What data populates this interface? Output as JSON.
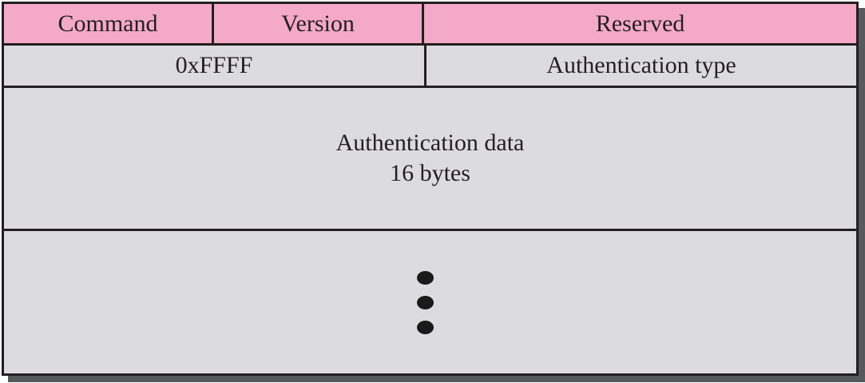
{
  "colors": {
    "header_pink": "#F5A9C9",
    "cell_gray": "#DCDCDE",
    "border_black": "#231F20",
    "shadow_gray": "#58595B",
    "text_black": "#231F20",
    "page_white": "#FFFFFF"
  },
  "packet_diagram": {
    "type": "protocol-header-format",
    "rows": [
      {
        "name": "header-row",
        "background": "pink",
        "cells": [
          {
            "label": "Command"
          },
          {
            "label": "Version"
          },
          {
            "label": "Reserved"
          }
        ]
      },
      {
        "name": "authentication-header-row",
        "background": "gray",
        "cells": [
          {
            "label": "0xFFFF"
          },
          {
            "label": "Authentication type"
          }
        ]
      },
      {
        "name": "authentication-data-row",
        "background": "gray",
        "lines": [
          "Authentication data",
          "16 bytes"
        ]
      },
      {
        "name": "continuation-row",
        "background": "gray",
        "ellipsis": {
          "orientation": "vertical",
          "dot_count": 3
        }
      }
    ]
  }
}
